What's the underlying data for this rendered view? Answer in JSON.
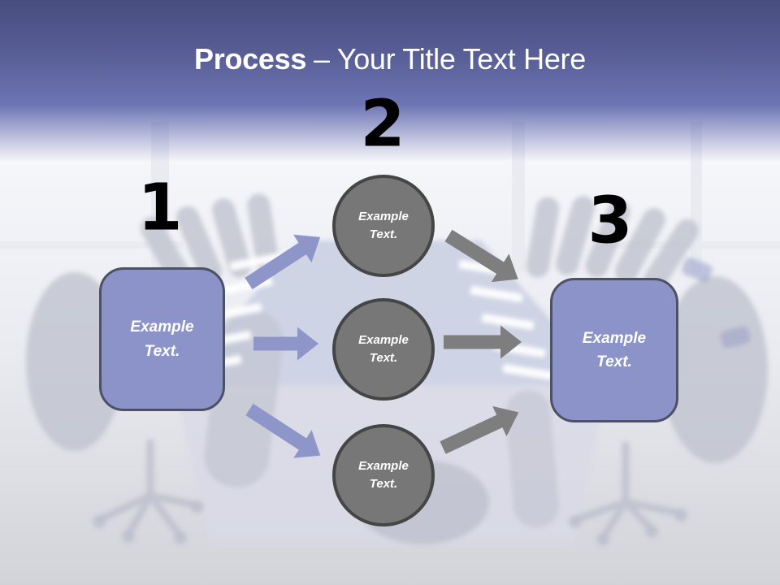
{
  "slide": {
    "title": {
      "emphasis": "Process",
      "dash": "–",
      "rest": "Your Title Text Here"
    },
    "steps": [
      {
        "number": "1",
        "label": "Example Text."
      },
      {
        "number": "2"
      },
      {
        "number": "3",
        "label": "Example Text."
      }
    ],
    "circles": [
      {
        "label": "Example Text."
      },
      {
        "label": "Example Text."
      },
      {
        "label": "Example Text."
      }
    ],
    "colors": {
      "header_top": "#474D7E",
      "header_mid": "#6D75B4",
      "accent_purple": "#8B93C8",
      "box_border": "#4C5166",
      "circle_fill": "#777777",
      "circle_border": "#454545",
      "arrow_left": "#8D95C9",
      "arrow_right": "#7E7E7E",
      "title_color": "#FFFFFF",
      "number_color": "#000000"
    }
  }
}
